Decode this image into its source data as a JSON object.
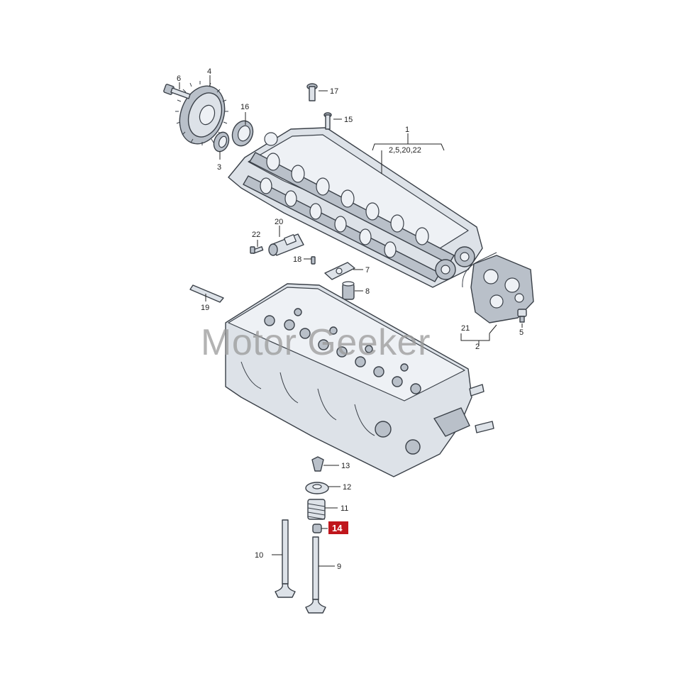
{
  "watermark": "Motor Geeker",
  "callouts": {
    "c1": "1",
    "c1_sub": "2,5,20,22",
    "c2": "2",
    "c3": "3",
    "c4": "4",
    "c5": "5",
    "c6": "6",
    "c7": "7",
    "c8": "8",
    "c9": "9",
    "c10": "10",
    "c11": "11",
    "c12": "12",
    "c13": "13",
    "c14": "14",
    "c15": "15",
    "c16": "16",
    "c17": "17",
    "c18": "18",
    "c19": "19",
    "c20": "20",
    "c21": "21",
    "c22": "22"
  },
  "colors": {
    "highlight": "#c0161c",
    "part_fill": "#dde2e8",
    "outline": "#3a4048",
    "watermark": "#9a9a9a"
  }
}
